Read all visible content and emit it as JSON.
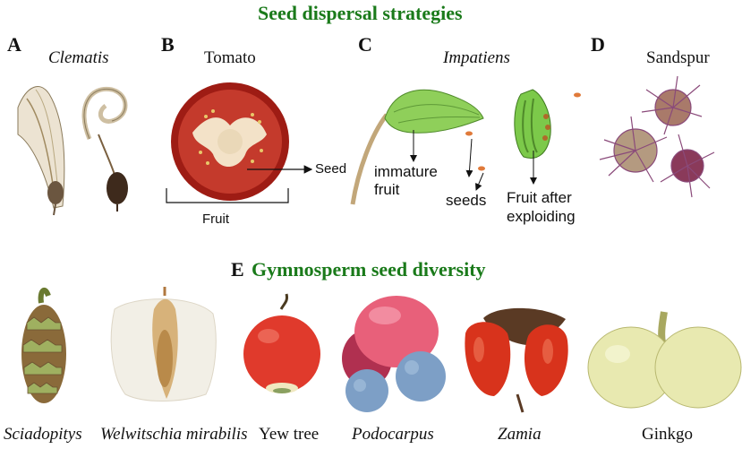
{
  "titles": {
    "dispersal": "Seed dispersal strategies",
    "gymnosperm_letter": "E",
    "gymnosperm": "Gymnosperm seed diversity"
  },
  "panels": {
    "A": {
      "letter": "A",
      "name": "Clematis"
    },
    "B": {
      "letter": "B",
      "name": "Tomato",
      "seed": "Seed",
      "fruit": "Fruit"
    },
    "C": {
      "letter": "C",
      "name": "Impatiens",
      "immature_1": "immature",
      "immature_2": "fruit",
      "seeds": "seeds",
      "after_1": "Fruit after",
      "after_2": "exploiding"
    },
    "D": {
      "letter": "D",
      "name": "Sandspur"
    }
  },
  "gymnosperms": [
    "Sciadopitys",
    "Welwitschia mirabilis",
    "Yew tree",
    "Podocarpus",
    "Zamia",
    "Ginkgo"
  ],
  "colors": {
    "title_green": "#1a7a1a",
    "tomato_red": "#b3261e",
    "pod_green": "#8fcf5a",
    "yew_red": "#e03a2c",
    "zamia_red": "#d8331c",
    "ginkgo_yellow": "#e8e9b0",
    "podocarpus_blue": "#7d9fc6",
    "podocarpus_pink": "#e8607a"
  }
}
